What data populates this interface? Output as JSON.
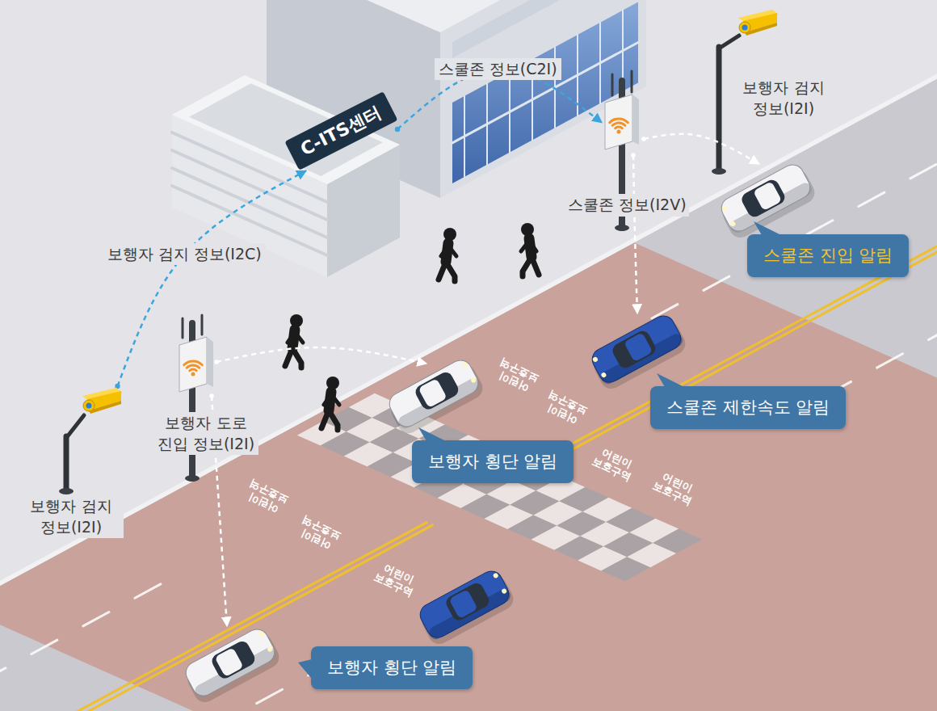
{
  "diagram": {
    "nodes": [
      {
        "text": [
          "보행자 검지 정보(I2I)"
        ]
      },
      {
        "text": [
          "C-ITS센터"
        ]
      },
      {
        "text": [
          "스쿨존 정보(I2V)"
        ]
      },
      {
        "text": [
          "스쿨존 진입 알림"
        ]
      },
      {
        "text": [
          "보행자 도로 진입 정보(I2I)"
        ]
      },
      {
        "text": [
          "스쿨존 제한속도 알림"
        ]
      },
      {
        "text": [
          "보행자 횡단 알림"
        ]
      },
      {
        "text": [
          "보행자 검지 정보(I2I)"
        ]
      },
      {
        "text": [
          "보행자 횡단 알림"
        ]
      }
    ],
    "edges": [
      {
        "from": 7,
        "to": 1,
        "label": "보행자 검지 정보(I2C)",
        "arrow": "to"
      },
      {
        "from": 1,
        "to": 2,
        "label": "스쿨존 정보(C2I)",
        "arrow": "to"
      }
    ],
    "labels": [
      "어린이 보호구역",
      "어린이 보호구역",
      "어린이 보호구역",
      "어린이 보호구역",
      "어린이 보호구역",
      "어린이 보호구역",
      "어린이 보호구역"
    ]
  }
}
